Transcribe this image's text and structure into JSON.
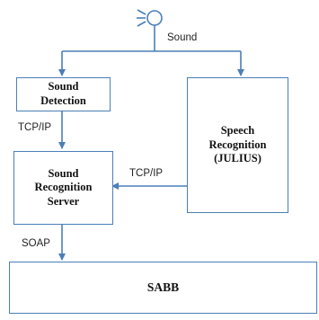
{
  "diagram": {
    "nodes": {
      "sound_detection": "Sound\nDetection",
      "speech_recognition": "Speech\nRecognition\n(JULIUS)",
      "sound_recognition_server": "Sound\nRecognition\nServer",
      "sabb": "SABB"
    },
    "edge_labels": {
      "sound": "Sound",
      "tcpip_left": "TCP/IP",
      "tcpip_middle": "TCP/IP",
      "soap": "SOAP"
    },
    "colors": {
      "line": "#4a7fb8",
      "box_border": "#4a7fb8",
      "text": "#111111"
    },
    "icons": [
      "microphone-icon"
    ]
  }
}
